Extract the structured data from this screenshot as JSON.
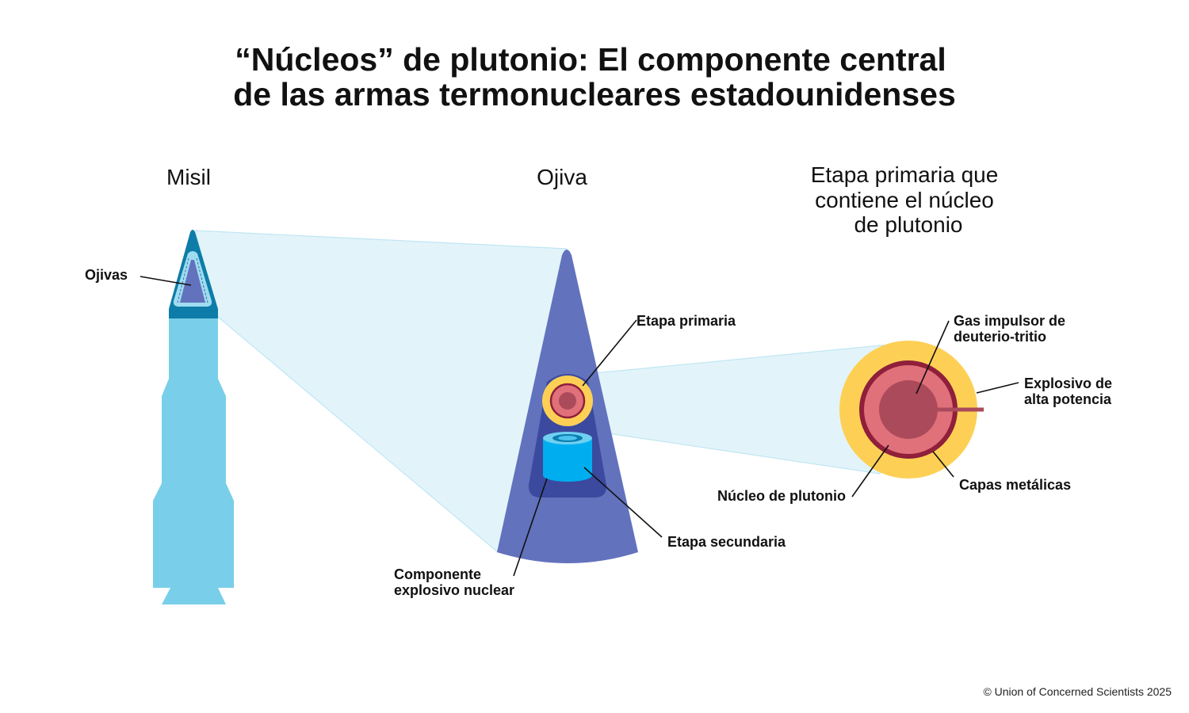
{
  "title": {
    "line1": "“Núcleos” de plutonio: El componente central",
    "line2": "de las armas termonucleares estadounidenses"
  },
  "sections": {
    "missile": "Misil",
    "warhead": "Ojiva",
    "primary": [
      "Etapa primaria que",
      "contiene el núcleo",
      "de plutonio"
    ]
  },
  "labels": {
    "warheads": "Ojivas",
    "primary_stage": "Etapa primaria",
    "secondary_stage": "Etapa secundaria",
    "nuclear_explosive": [
      "Componente",
      "explosivo nuclear"
    ],
    "boost_gas": [
      "Gas impulsor de",
      "deuterio-tritio"
    ],
    "high_explosive": [
      "Explosivo de",
      "alta potencia"
    ],
    "plutonium_pit": "Núcleo de plutonio",
    "metal_layers": "Capas metálicas"
  },
  "copyright": "© Union of Concerned Scientists 2025",
  "colors": {
    "missile_body": "#79cfe9",
    "missile_nose": "#0e7ca8",
    "beam": "#e2f4fa",
    "warhead": "#6272bd",
    "warhead_inner": "#3b4a9e",
    "high_explosive": "#fdd055",
    "metal_layer": "#8f1f3a",
    "pit": "#e0707a",
    "gas": "#ab4a5a",
    "secondary": "#00aeef"
  }
}
